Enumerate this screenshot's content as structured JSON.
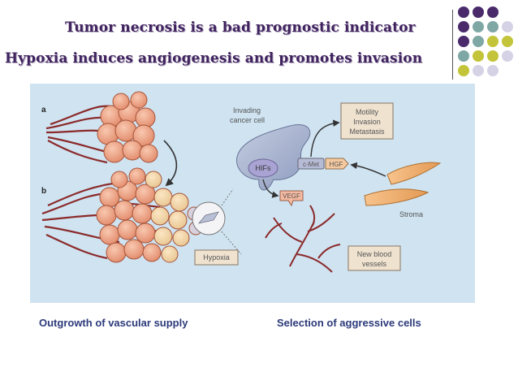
{
  "slide": {
    "title_line1": "Tumor necrosis is a bad prognostic indicator",
    "title_line2": "Hypoxia induces angiogenesis and promotes invasion"
  },
  "figure": {
    "panel_a": "a",
    "panel_b": "b",
    "invading_cell": "Invading cancer cell",
    "invading_cell_line1": "Invading",
    "invading_cell_line2": "cancer cell",
    "hifs": "HIFs",
    "cmet": "c-Met",
    "hgf": "HGF",
    "vegf": "VEGF",
    "motility_box": [
      "Motility",
      "Invasion",
      "Metastasis"
    ],
    "stroma": "Stroma",
    "new_vessels": [
      "New blood",
      "vessels"
    ],
    "hypoxia": "Hypoxia"
  },
  "captions": {
    "left": "Outgrowth of vascular supply",
    "right": "Selection of aggressive cells"
  },
  "colors": {
    "title": "#40235e",
    "purple_dot": "#4a2a6a",
    "teal_dot": "#7fa7a4",
    "olive_dot": "#c4c43a",
    "lavender_dot": "#d6d2e6",
    "figure_bg": "#cfe3f1",
    "caption": "#2c3a7a"
  }
}
